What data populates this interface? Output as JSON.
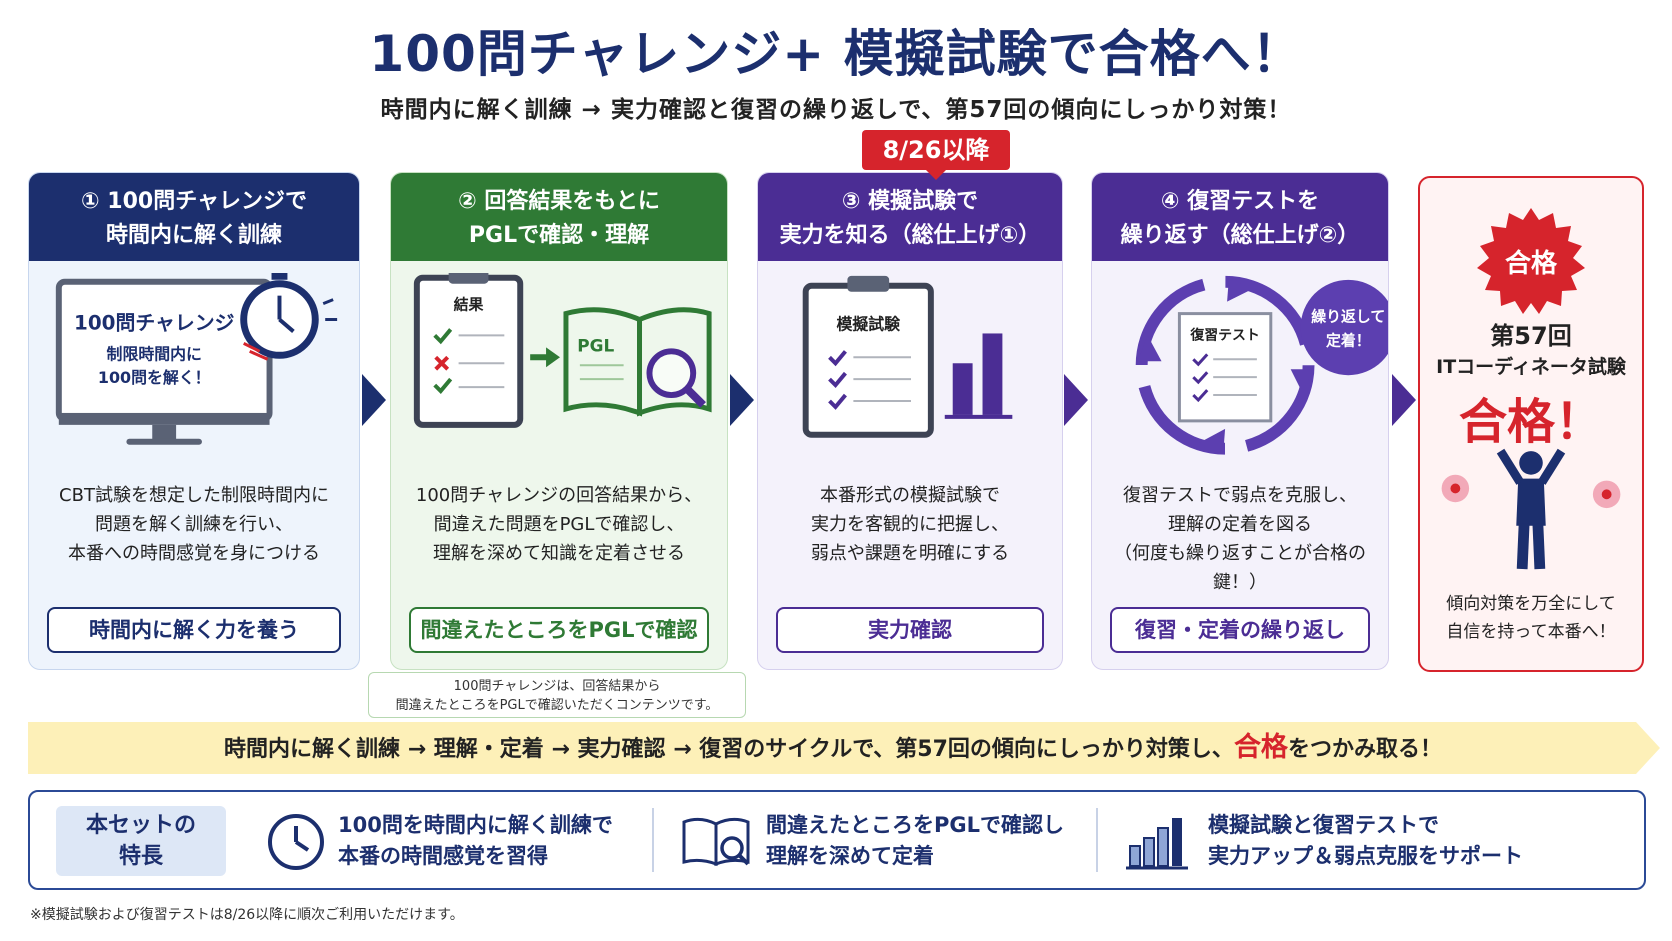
{
  "title": "100問チャレンジ+ 模擬試験で合格へ！",
  "subtitle": "時間内に解く訓練 → 実力確認と復習の繰り返しで、第57回の傾向にしっかり対策！",
  "date_badge": "8/26以降",
  "steps": [
    {
      "head_line1": "① 100問チャレンジで",
      "head_line2": "時間内に解く訓練",
      "screen_title": "100問チャレンジ",
      "screen_line1": "制限時間内に",
      "screen_line2": "100問を解く！",
      "desc": [
        "CBT試験を想定した制限時間内に",
        "問題を解く訓練を行い、",
        "本番への時間感覚を身につける"
      ],
      "pill": "時間内に解く力を養う"
    },
    {
      "head_line1": "② 回答結果をもとに",
      "head_line2": "PGLで確認・理解",
      "clip_title": "結果",
      "book_label": "PGL",
      "desc": [
        "100問チャレンジの回答結果から、",
        "間違えた問題をPGLで確認し、",
        "理解を深めて知識を定着させる"
      ],
      "pill": "間違えたところをPGLで確認"
    },
    {
      "head_line1": "③ 模擬試験で",
      "head_line2": "実力を知る（総仕上げ①）",
      "clip_title": "模擬試験",
      "desc": [
        "本番形式の模擬試験で",
        "実力を客観的に把握し、",
        "弱点や課題を明確にする"
      ],
      "pill": "実力確認"
    },
    {
      "head_line1": "④ 復習テストを",
      "head_line2": "繰り返す（総仕上げ②）",
      "sheet_title": "復習テスト",
      "bubble_line1": "繰り返して",
      "bubble_line2": "定着！",
      "desc": [
        "復習テストで弱点を克服し、",
        "理解の定着を図る",
        "（何度も繰り返すことが合格の鍵！）"
      ],
      "pill": "復習・定着の繰り返し"
    }
  ],
  "note": [
    "100問チャレンジは、回答結果から",
    "間違えたところをPGLで確認いただくコンテンツです。"
  ],
  "goal": {
    "seal": "合格",
    "line1": "第57回",
    "line2": "ITコーディネータ試験",
    "big": "合格！",
    "desc": [
      "傾向対策を万全にして",
      "自信を持って本番へ！"
    ]
  },
  "banner": {
    "before": "時間内に解く訓練 → 理解・定着 → 実力確認 → 復習のサイクルで、第57回の傾向にしっかり対策し、",
    "highlight": "合格",
    "after": "をつかみ取る！"
  },
  "features": {
    "label_line1": "本セットの",
    "label_line2": "特長",
    "items": [
      {
        "icon": "clock-icon",
        "line1": "100問を時間内に解く訓練で",
        "line2": "本番の時間感覚を習得"
      },
      {
        "icon": "book-magnifier-icon",
        "line1": "間違えたところをPGLで確認し",
        "line2": "理解を深めて定着"
      },
      {
        "icon": "bar-chart-icon",
        "line1": "模擬試験と復習テストで",
        "line2": "実力アップ＆弱点克服をサポート"
      }
    ]
  },
  "footnote": "※模擬試験および復習テストは8/26以降に順次ご利用いただけます。",
  "colors": {
    "navy": "#1c2f6e",
    "green": "#2f7a35",
    "purple": "#4b2d94",
    "red": "#d6242c",
    "banner_yellow": "#fdf0b8"
  }
}
